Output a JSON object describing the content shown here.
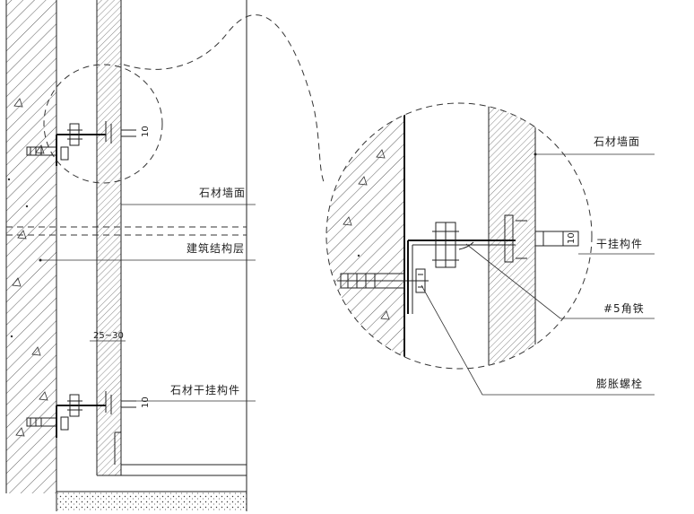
{
  "left_view": {
    "labels": {
      "stone_face": "石材墙面",
      "structure": "建筑结构层",
      "dry_hang": "石材干挂构件"
    },
    "dims": {
      "top_10": "10",
      "gap": "25~30",
      "bottom_10": "10"
    }
  },
  "detail_view": {
    "labels": {
      "stone_face": "石材墙面",
      "dry_hang": "干挂构件",
      "angle_iron": "#5角铁",
      "anchor_bolt": "膨胀螺栓"
    },
    "dims": {
      "d10": "10"
    }
  },
  "colors": {
    "line": "#222222",
    "background": "#ffffff"
  }
}
